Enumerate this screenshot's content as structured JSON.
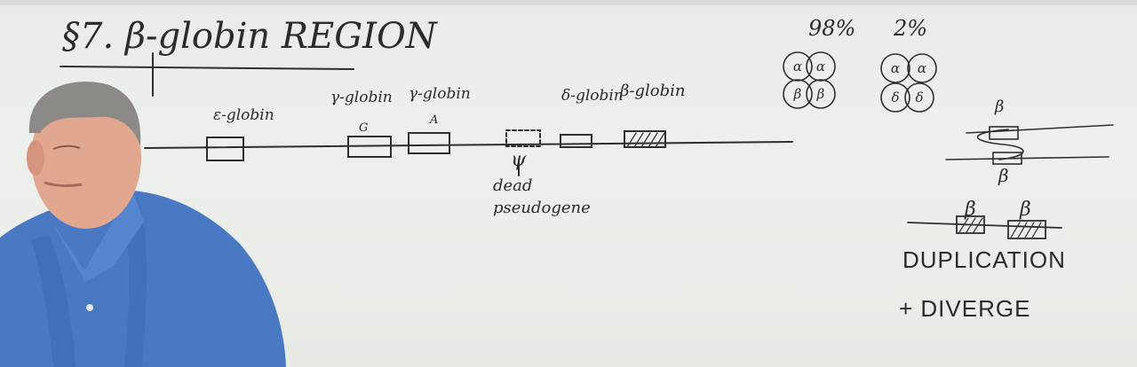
{
  "board": {
    "title": "§7. β-globin REGION",
    "percent_left": "98%",
    "percent_right": "2%",
    "hbA_chains": [
      "α",
      "α",
      "β",
      "β"
    ],
    "hbA2_chains": [
      "α",
      "α",
      "δ",
      "δ"
    ],
    "genes": {
      "epsilon": "ε-globin",
      "gamma_g": "γ-globin",
      "gamma_g_sub": "G",
      "gamma_a": "γ-globin",
      "gamma_a_sub": "A",
      "delta": "δ-globin",
      "beta": "β-globin"
    },
    "pseudogene": {
      "symbol": "ψ",
      "line1": "dead",
      "line2": "pseudogene"
    },
    "crossover_top": "β",
    "crossover_bottom": "β",
    "dup_left": "β",
    "dup_right": "β",
    "duplication": "DUPLICATION",
    "diverge": "+ DIVERGE"
  }
}
